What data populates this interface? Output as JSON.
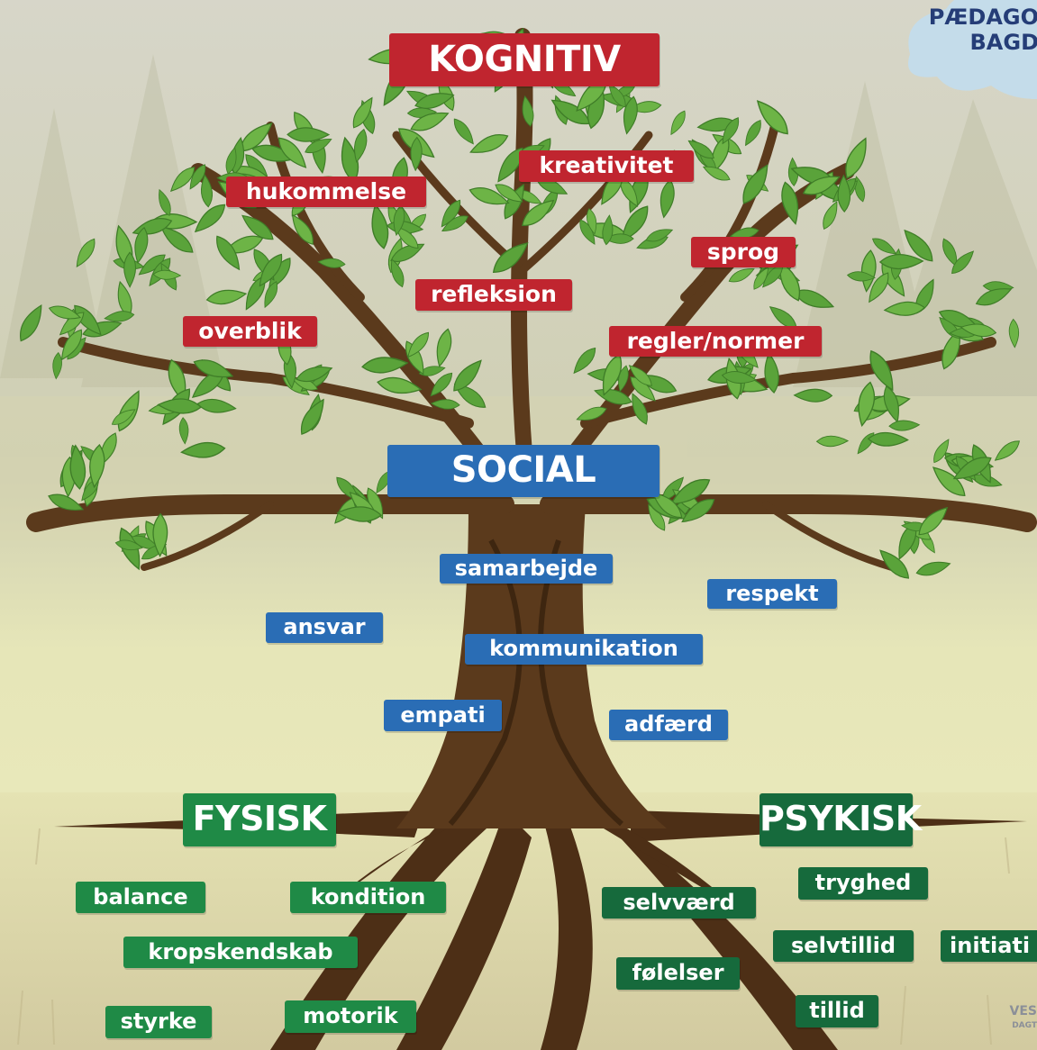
{
  "categories": {
    "kognitiv": {
      "title": "KOGNITIV",
      "items": [
        "hukommelse",
        "kreativitet",
        "sprog",
        "refleksion",
        "overblik",
        "regler/normer"
      ]
    },
    "social": {
      "title": "SOCIAL",
      "items": [
        "samarbejde",
        "respekt",
        "ansvar",
        "kommunikation",
        "empati",
        "adfærd"
      ]
    },
    "fysisk": {
      "title": "FYSISK",
      "items": [
        "balance",
        "kondition",
        "kropskendskab",
        "styrke",
        "motorik"
      ]
    },
    "psykisk": {
      "title": "PSYKISK",
      "items": [
        "selvværd",
        "tryghed",
        "selvtillid",
        "initiati",
        "følelser",
        "tillid"
      ]
    }
  },
  "corner_text": {
    "line1": "PÆDAGO",
    "line2": "BAGD"
  },
  "logo_text": {
    "line1": "VES",
    "line2": "DAGT"
  },
  "colors": {
    "kognitiv": "#c0252f",
    "social": "#2a6db5",
    "fysisk": "#1f8a46",
    "psykisk": "#166a3c",
    "leaf": "#5aa33a",
    "trunk": "#5b3a1c"
  }
}
